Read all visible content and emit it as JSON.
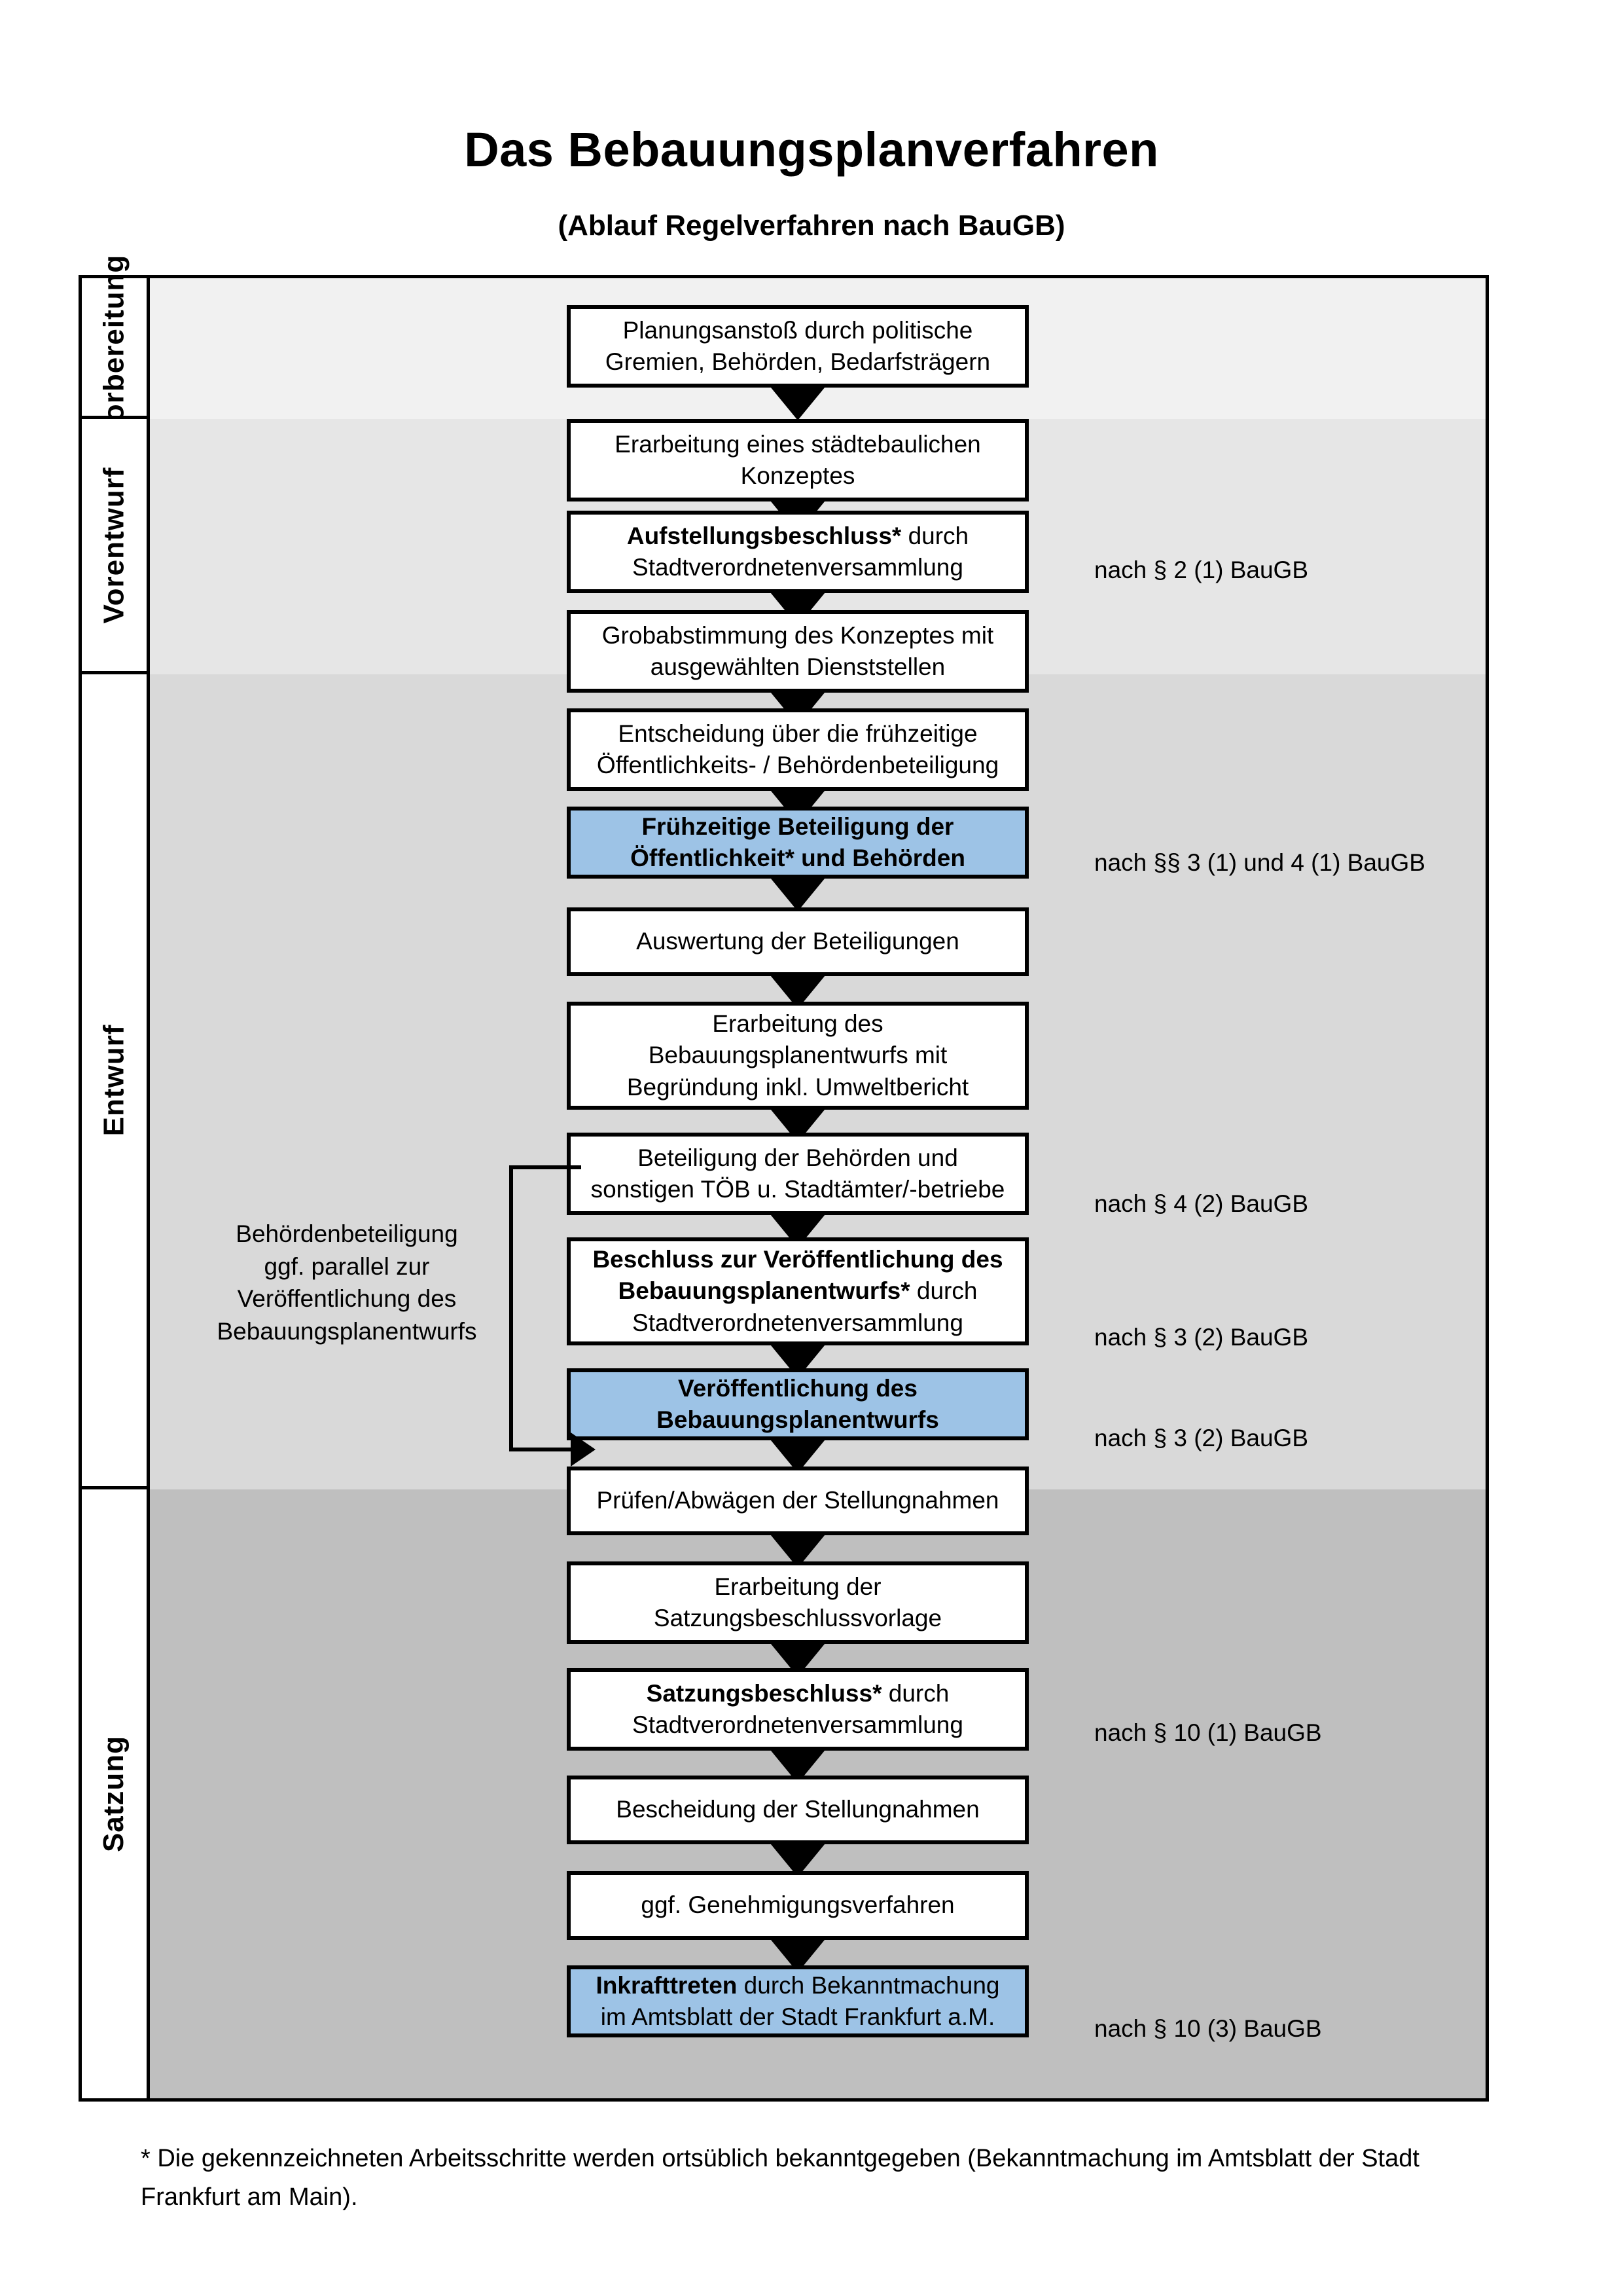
{
  "title": "Das Bebauungsplanverfahren",
  "subtitle": "(Ablauf Regelverfahren nach BauGB)",
  "phases": [
    {
      "label": "Vorbereitung"
    },
    {
      "label": "Vorentwurf"
    },
    {
      "label": "Entwurf"
    },
    {
      "label": "Satzung"
    }
  ],
  "steps": [
    {
      "id": "planungsanstoss",
      "line1": "Planungsanstoß durch politische",
      "line2": "Gremien, Behörden, Bedarfsträgern",
      "bold1": "",
      "highlight": false
    },
    {
      "id": "konzept",
      "line1": "Erarbeitung eines städtebaulichen",
      "line2": "Konzeptes",
      "bold1": "",
      "highlight": false
    },
    {
      "id": "aufstellungsbeschluss",
      "bold1": "Aufstellungsbeschluss*",
      "line1": " durch",
      "line2": "Stadtverordnetenversammlung",
      "highlight": false
    },
    {
      "id": "grobabstimmung",
      "line1": "Grobabstimmung des Konzeptes mit",
      "line2": "ausgewählten Dienststellen",
      "bold1": "",
      "highlight": false
    },
    {
      "id": "entscheidung-beteiligung",
      "line1": "Entscheidung über die frühzeitige",
      "line2": "Öffentlichkeits- / Behördenbeteiligung",
      "bold1": "",
      "highlight": false
    },
    {
      "id": "fruehzeitige-beteiligung",
      "bold1": "Frühzeitige Beteiligung der",
      "bold2": "Öffentlichkeit* und Behörden",
      "line1": "",
      "line2": "",
      "highlight": true
    },
    {
      "id": "auswertung",
      "line1": "Auswertung der Beteiligungen",
      "line2": "",
      "bold1": "",
      "highlight": false
    },
    {
      "id": "erarbeitung-entwurf",
      "line1": "Erarbeitung des",
      "line2": "Bebauungsplanentwurfs mit",
      "line3": "Begründung inkl. Umweltbericht",
      "bold1": "",
      "highlight": false
    },
    {
      "id": "beteiligung-toeb",
      "line1": "Beteiligung der Behörden und",
      "line2": "sonstigen TÖB u. Stadtämter/-betriebe",
      "bold1": "",
      "highlight": false
    },
    {
      "id": "beschluss-veroeffentlichung",
      "bold1": "Beschluss zur Veröffentlichung des",
      "bold2": "Bebauungsplanentwurfs*",
      "line2": " durch",
      "line3": "Stadtverordnetenversammlung",
      "highlight": false
    },
    {
      "id": "veroeffentlichung",
      "bold1": "Veröffentlichung des",
      "bold2": "Bebauungsplanentwurfs",
      "line1": "",
      "line2": "",
      "highlight": true
    },
    {
      "id": "pruefen-abwaegen",
      "line1": "Prüfen/Abwägen der Stellungnahmen",
      "line2": "",
      "bold1": "",
      "highlight": false
    },
    {
      "id": "satzungsbeschlussvorlage",
      "line1": "Erarbeitung der",
      "line2": "Satzungsbeschlussvorlage",
      "bold1": "",
      "highlight": false
    },
    {
      "id": "satzungsbeschluss",
      "bold1": "Satzungsbeschluss*",
      "line1": " durch",
      "line2": "Stadtverordnetenversammlung",
      "highlight": false
    },
    {
      "id": "bescheidung",
      "line1": "Bescheidung der Stellungnahmen",
      "line2": "",
      "bold1": "",
      "highlight": false
    },
    {
      "id": "genehmigungsverfahren",
      "line1": "ggf. Genehmigungsverfahren",
      "line2": "",
      "bold1": "",
      "highlight": false
    },
    {
      "id": "inkrafttreten",
      "bold1": "Inkrafttreten",
      "line1": " durch Bekanntmachung",
      "line2": "im Amtsblatt der Stadt Frankfurt a.M.",
      "highlight": true
    }
  ],
  "legal_notes": [
    {
      "id": "legal-p2-1",
      "text": "nach § 2 (1) BauGB"
    },
    {
      "id": "legal-p3-4-1",
      "text": "nach §§ 3 (1) und 4 (1) BauGB"
    },
    {
      "id": "legal-p4-2",
      "text": "nach § 4 (2) BauGB"
    },
    {
      "id": "legal-p3-2a",
      "text": "nach § 3 (2) BauGB"
    },
    {
      "id": "legal-p3-2b",
      "text": "nach § 3 (2) BauGB"
    },
    {
      "id": "legal-p10-1",
      "text": "nach § 10 (1) BauGB"
    },
    {
      "id": "legal-p10-3",
      "text": "nach § 10 (3) BauGB"
    }
  ],
  "sidenote": {
    "line1": "Behördenbeteiligung",
    "line2": "ggf. parallel zur",
    "line3": "Veröffentlichung des",
    "line4": "Bebauungsplanentwurfs"
  },
  "footnote": "* Die gekennzeichneten Arbeitsschritte werden ortsüblich bekanntgegeben (Bekanntmachung im Amtsblatt  der Stadt Frankfurt am Main).",
  "colors": {
    "highlight_blue": "#9DC3E6",
    "band_vorbereitung": "#F1F1F1",
    "band_vorentwurf": "#E6E6E6",
    "band_entwurf": "#D9D9D9",
    "band_satzung": "#BFBFBF",
    "stroke": "#000000"
  }
}
